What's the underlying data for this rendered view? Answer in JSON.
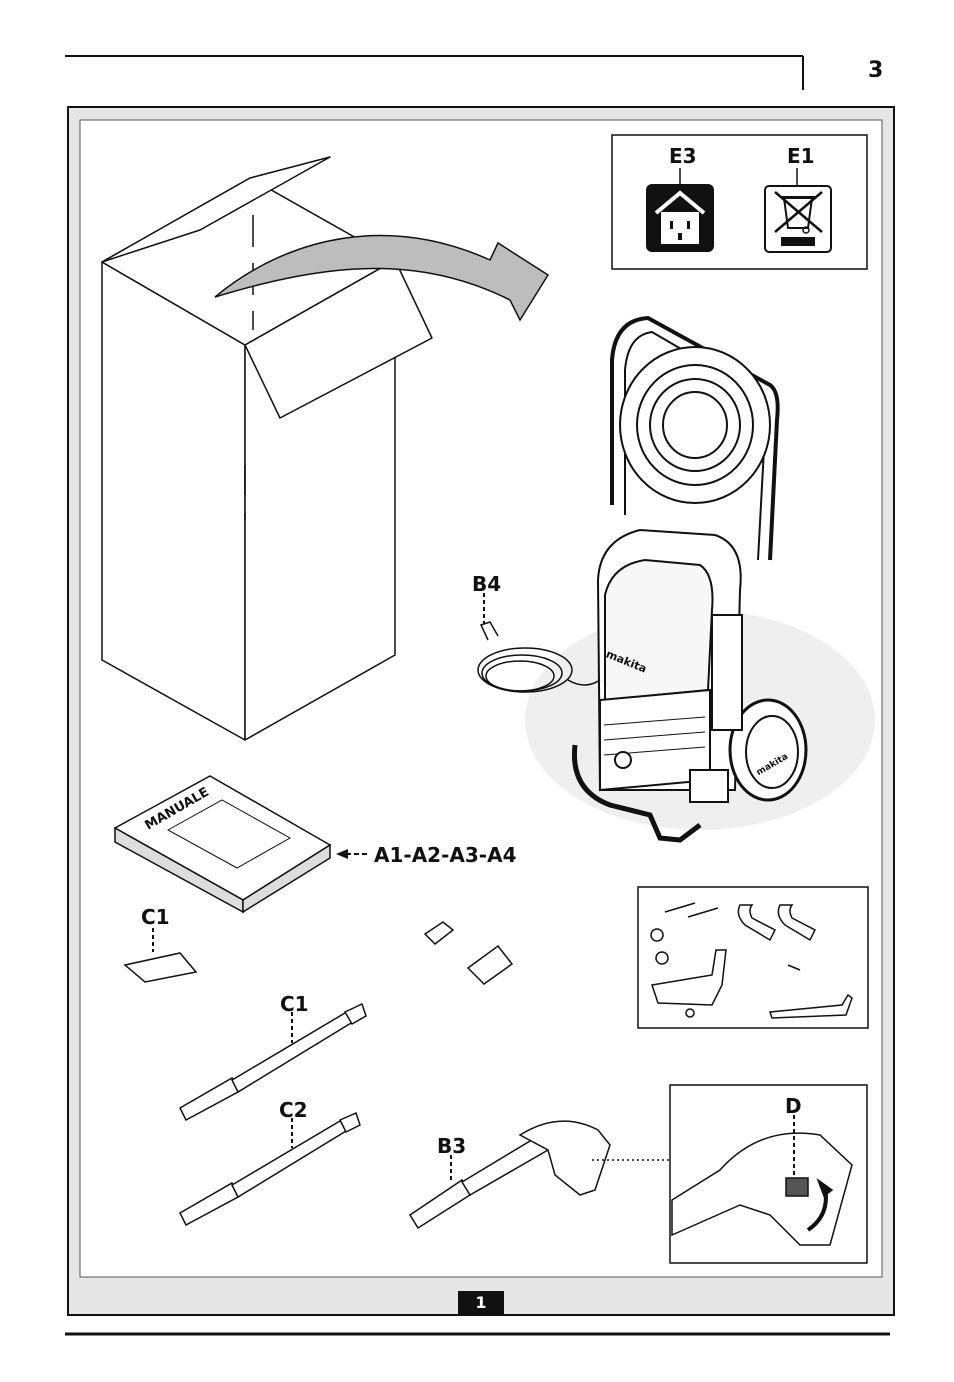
{
  "page": {
    "number": "3"
  },
  "figure": {
    "number": "1"
  },
  "labels": {
    "e3": "E3",
    "e1": "E1",
    "b4": "B4",
    "a_group": "A1-A2-A3-A4",
    "c1_bag": "C1",
    "c1_lance": "C1",
    "c2": "C2",
    "b3": "B3",
    "d": "D"
  },
  "illustration_text": {
    "manual_cover": "MANUALE",
    "brand": "makita"
  },
  "icons": [
    "house-socket-icon",
    "crossed-bin-icon",
    "arrow-icon"
  ]
}
